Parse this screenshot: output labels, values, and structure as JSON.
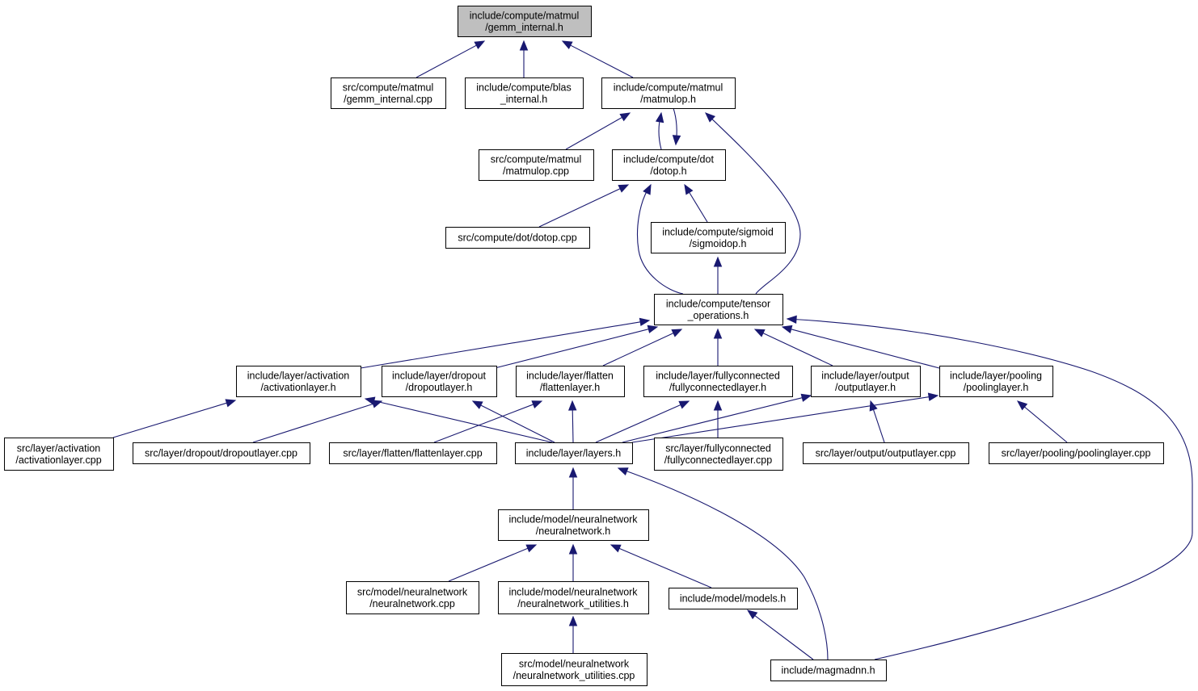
{
  "graph": {
    "edge_color": "#191970",
    "root_fill": "#bfbfbf",
    "node_fill": "#ffffff",
    "nodes": [
      {
        "id": "gemm_internal_h",
        "lines": [
          "include/compute/matmul",
          "/gemm_internal.h"
        ],
        "root": true
      },
      {
        "id": "gemm_internal_cpp",
        "lines": [
          "src/compute/matmul",
          "/gemm_internal.cpp"
        ]
      },
      {
        "id": "blas_internal_h",
        "lines": [
          "include/compute/blas",
          "_internal.h"
        ]
      },
      {
        "id": "matmulop_h",
        "lines": [
          "include/compute/matmul",
          "/matmulop.h"
        ]
      },
      {
        "id": "matmulop_cpp",
        "lines": [
          "src/compute/matmul",
          "/matmulop.cpp"
        ]
      },
      {
        "id": "dotop_h",
        "lines": [
          "include/compute/dot",
          "/dotop.h"
        ]
      },
      {
        "id": "dotop_cpp",
        "lines": [
          "src/compute/dot/dotop.cpp"
        ]
      },
      {
        "id": "sigmoidop_h",
        "lines": [
          "include/compute/sigmoid",
          "/sigmoidop.h"
        ]
      },
      {
        "id": "tensor_operations_h",
        "lines": [
          "include/compute/tensor",
          "_operations.h"
        ]
      },
      {
        "id": "activationlayer_h",
        "lines": [
          "include/layer/activation",
          "/activationlayer.h"
        ]
      },
      {
        "id": "dropoutlayer_h",
        "lines": [
          "include/layer/dropout",
          "/dropoutlayer.h"
        ]
      },
      {
        "id": "flattenlayer_h",
        "lines": [
          "include/layer/flatten",
          "/flattenlayer.h"
        ]
      },
      {
        "id": "fullyconnectedlayer_h",
        "lines": [
          "include/layer/fullyconnected",
          "/fullyconnectedlayer.h"
        ]
      },
      {
        "id": "outputlayer_h",
        "lines": [
          "include/layer/output",
          "/outputlayer.h"
        ]
      },
      {
        "id": "poolinglayer_h",
        "lines": [
          "include/layer/pooling",
          "/poolinglayer.h"
        ]
      },
      {
        "id": "activationlayer_cpp",
        "lines": [
          "src/layer/activation",
          "/activationlayer.cpp"
        ]
      },
      {
        "id": "dropoutlayer_cpp",
        "lines": [
          "src/layer/dropout/dropoutlayer.cpp"
        ]
      },
      {
        "id": "flattenlayer_cpp",
        "lines": [
          "src/layer/flatten/flattenlayer.cpp"
        ]
      },
      {
        "id": "layers_h",
        "lines": [
          "include/layer/layers.h"
        ]
      },
      {
        "id": "fullyconnectedlayer_cpp",
        "lines": [
          "src/layer/fullyconnected",
          "/fullyconnectedlayer.cpp"
        ]
      },
      {
        "id": "outputlayer_cpp",
        "lines": [
          "src/layer/output/outputlayer.cpp"
        ]
      },
      {
        "id": "poolinglayer_cpp",
        "lines": [
          "src/layer/pooling/poolinglayer.cpp"
        ]
      },
      {
        "id": "neuralnetwork_h",
        "lines": [
          "include/model/neuralnetwork",
          "/neuralnetwork.h"
        ]
      },
      {
        "id": "neuralnetwork_cpp",
        "lines": [
          "src/model/neuralnetwork",
          "/neuralnetwork.cpp"
        ]
      },
      {
        "id": "neuralnetwork_utilities_h",
        "lines": [
          "include/model/neuralnetwork",
          "/neuralnetwork_utilities.h"
        ]
      },
      {
        "id": "models_h",
        "lines": [
          "include/model/models.h"
        ]
      },
      {
        "id": "neuralnetwork_utilities_cpp",
        "lines": [
          "src/model/neuralnetwork",
          "/neuralnetwork_utilities.cpp"
        ]
      },
      {
        "id": "magmadnn_h",
        "lines": [
          "include/magmadnn.h"
        ]
      }
    ],
    "edges": [
      {
        "from": "gemm_internal_h",
        "to": "gemm_internal_cpp"
      },
      {
        "from": "gemm_internal_h",
        "to": "blas_internal_h"
      },
      {
        "from": "gemm_internal_h",
        "to": "matmulop_h"
      },
      {
        "from": "matmulop_h",
        "to": "matmulop_cpp"
      },
      {
        "from": "matmulop_h",
        "to": "dotop_h"
      },
      {
        "from": "dotop_h",
        "to": "matmulop_h"
      },
      {
        "from": "matmulop_h",
        "to": "tensor_operations_h"
      },
      {
        "from": "dotop_h",
        "to": "dotop_cpp"
      },
      {
        "from": "dotop_h",
        "to": "sigmoidop_h"
      },
      {
        "from": "dotop_h",
        "to": "tensor_operations_h"
      },
      {
        "from": "sigmoidop_h",
        "to": "tensor_operations_h"
      },
      {
        "from": "tensor_operations_h",
        "to": "activationlayer_h"
      },
      {
        "from": "tensor_operations_h",
        "to": "dropoutlayer_h"
      },
      {
        "from": "tensor_operations_h",
        "to": "flattenlayer_h"
      },
      {
        "from": "tensor_operations_h",
        "to": "fullyconnectedlayer_h"
      },
      {
        "from": "tensor_operations_h",
        "to": "outputlayer_h"
      },
      {
        "from": "tensor_operations_h",
        "to": "poolinglayer_h"
      },
      {
        "from": "tensor_operations_h",
        "to": "magmadnn_h"
      },
      {
        "from": "activationlayer_h",
        "to": "activationlayer_cpp"
      },
      {
        "from": "activationlayer_h",
        "to": "layers_h"
      },
      {
        "from": "dropoutlayer_h",
        "to": "dropoutlayer_cpp"
      },
      {
        "from": "dropoutlayer_h",
        "to": "layers_h"
      },
      {
        "from": "flattenlayer_h",
        "to": "flattenlayer_cpp"
      },
      {
        "from": "flattenlayer_h",
        "to": "layers_h"
      },
      {
        "from": "fullyconnectedlayer_h",
        "to": "layers_h"
      },
      {
        "from": "fullyconnectedlayer_h",
        "to": "fullyconnectedlayer_cpp"
      },
      {
        "from": "outputlayer_h",
        "to": "layers_h"
      },
      {
        "from": "outputlayer_h",
        "to": "outputlayer_cpp"
      },
      {
        "from": "poolinglayer_h",
        "to": "layers_h"
      },
      {
        "from": "poolinglayer_h",
        "to": "poolinglayer_cpp"
      },
      {
        "from": "layers_h",
        "to": "neuralnetwork_h"
      },
      {
        "from": "layers_h",
        "to": "magmadnn_h"
      },
      {
        "from": "neuralnetwork_h",
        "to": "neuralnetwork_cpp"
      },
      {
        "from": "neuralnetwork_h",
        "to": "neuralnetwork_utilities_h"
      },
      {
        "from": "neuralnetwork_h",
        "to": "models_h"
      },
      {
        "from": "neuralnetwork_utilities_h",
        "to": "neuralnetwork_utilities_cpp"
      },
      {
        "from": "models_h",
        "to": "magmadnn_h"
      }
    ]
  }
}
